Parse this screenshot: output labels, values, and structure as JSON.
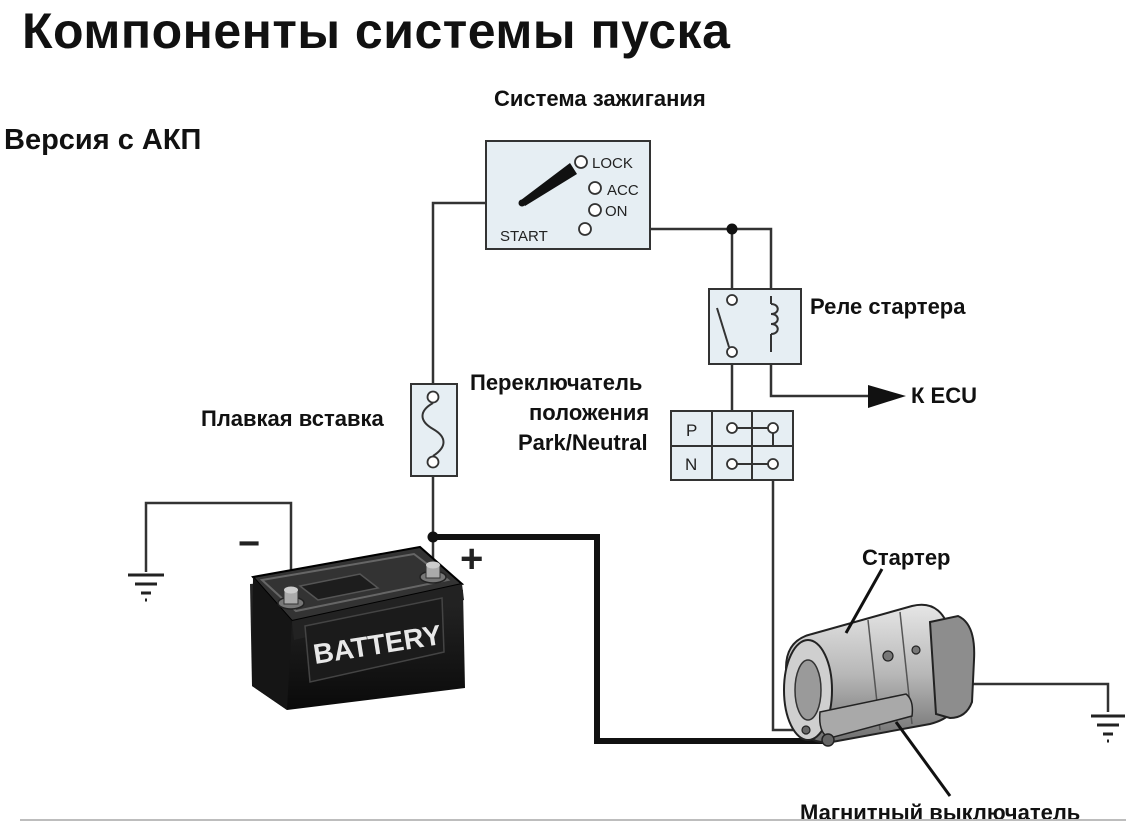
{
  "title": "Компоненты системы пуска",
  "subtitle": "Версия с АКП",
  "labels": {
    "ignition": "Система зажигания",
    "relay": "Реле стартера",
    "to_ecu": "К ECU",
    "fuse": "Плавкая вставка",
    "pn_line1": "Переключатель",
    "pn_line2": "положения",
    "pn_line3": "Park/Neutral",
    "starter": "Стартер",
    "solenoid": "Магнитный выключатель"
  },
  "switch": {
    "lock": "LOCK",
    "acc": "ACC",
    "on": "ON",
    "start": "START"
  },
  "pn": {
    "p": "P",
    "n": "N"
  },
  "battery": {
    "text": "BATTERY",
    "minus": "−",
    "plus": "+"
  }
}
